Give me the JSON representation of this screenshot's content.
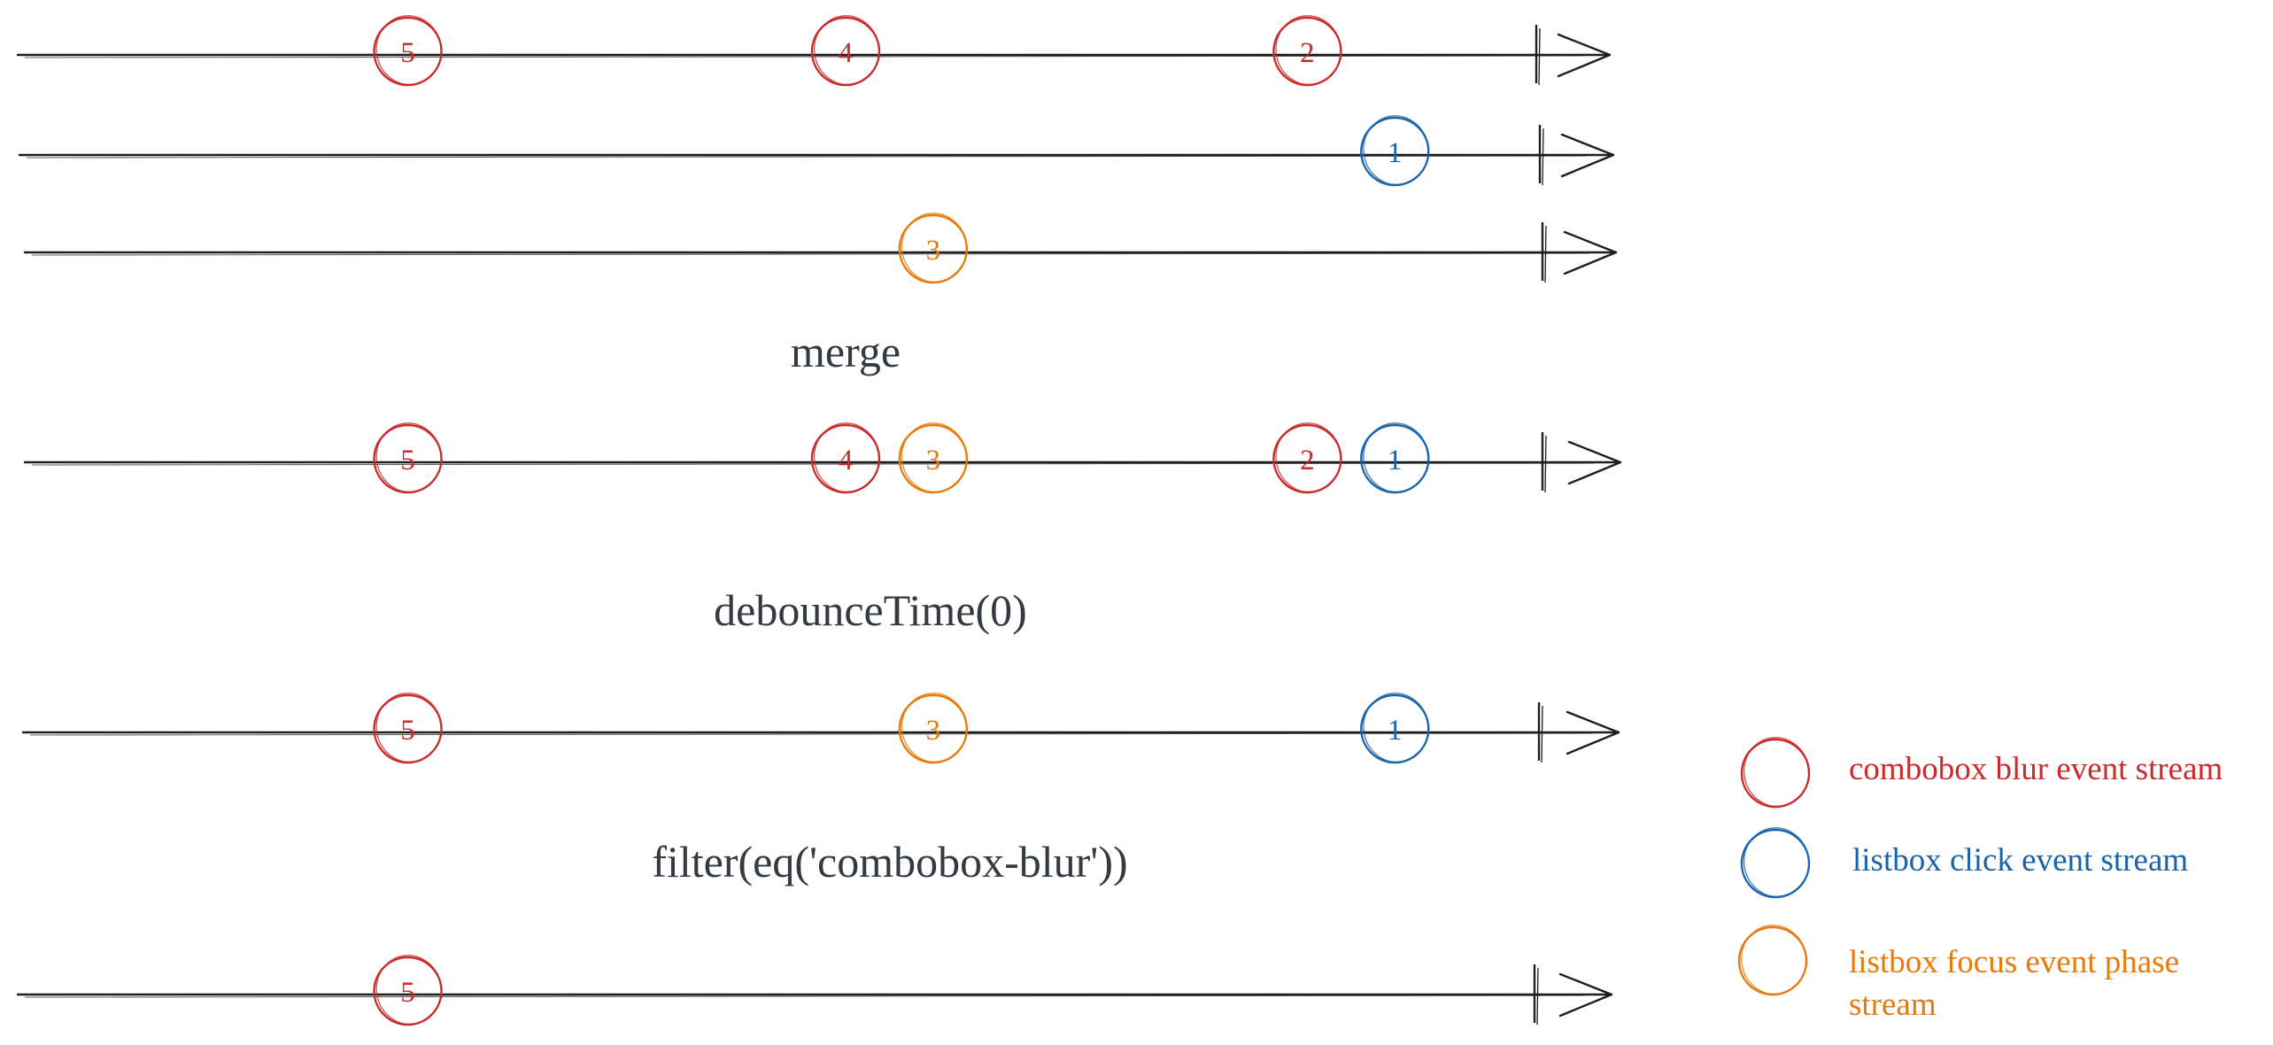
{
  "colors": {
    "red": "#c92a2a",
    "blue": "#1864ab",
    "orange": "#e8790c",
    "line": "#1e1e1e",
    "label": "#343a40"
  },
  "streams": [
    {
      "id": "input-blur",
      "marbles": [
        {
          "label": "5",
          "kind": "red",
          "t": 0.245
        },
        {
          "label": "4",
          "kind": "red",
          "t": 0.52
        },
        {
          "label": "2",
          "kind": "red",
          "t": 0.81
        }
      ]
    },
    {
      "id": "input-click",
      "marbles": [
        {
          "label": "1",
          "kind": "blue",
          "t": 0.865
        }
      ]
    },
    {
      "id": "input-focus",
      "marbles": [
        {
          "label": "3",
          "kind": "orange",
          "t": 0.575
        }
      ]
    },
    {
      "id": "merged",
      "marbles": [
        {
          "label": "5",
          "kind": "red",
          "t": 0.245
        },
        {
          "label": "4",
          "kind": "red",
          "t": 0.52
        },
        {
          "label": "3",
          "kind": "orange",
          "t": 0.575
        },
        {
          "label": "2",
          "kind": "red",
          "t": 0.81
        },
        {
          "label": "1",
          "kind": "blue",
          "t": 0.865
        }
      ]
    },
    {
      "id": "debounced",
      "marbles": [
        {
          "label": "5",
          "kind": "red",
          "t": 0.245
        },
        {
          "label": "3",
          "kind": "orange",
          "t": 0.575
        },
        {
          "label": "1",
          "kind": "blue",
          "t": 0.865
        }
      ]
    },
    {
      "id": "filtered",
      "marbles": [
        {
          "label": "5",
          "kind": "red",
          "t": 0.245
        }
      ]
    }
  ],
  "operators": {
    "merge": "merge",
    "debounce": "debounceTime(0)",
    "filter": "filter(eq('combobox-blur'))"
  },
  "legend": [
    {
      "kind": "red",
      "lines": [
        "combobox blur event stream"
      ]
    },
    {
      "kind": "blue",
      "lines": [
        "listbox click event stream"
      ]
    },
    {
      "kind": "orange",
      "lines": [
        "listbox focus event phase",
        "stream"
      ]
    }
  ]
}
